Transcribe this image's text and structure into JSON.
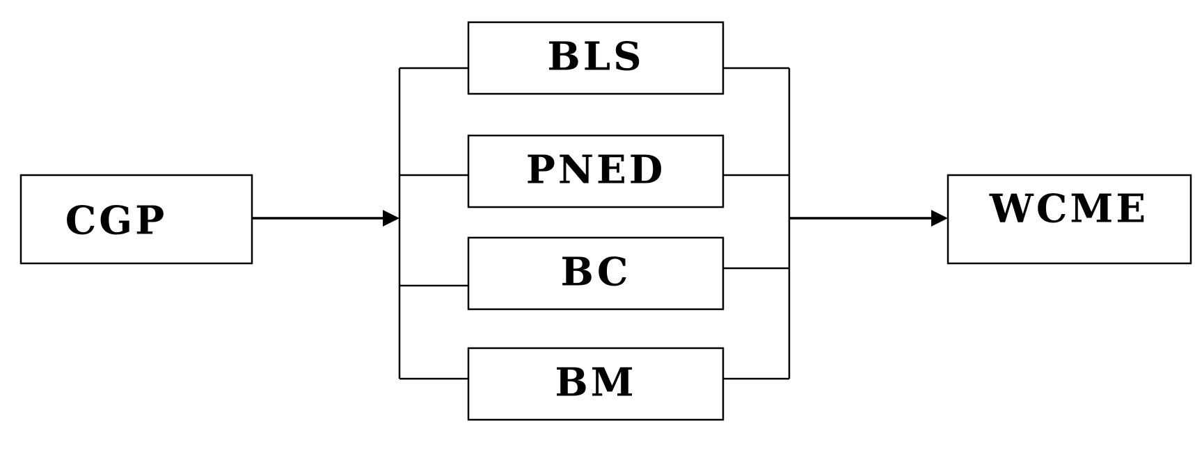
{
  "diagram": {
    "source": {
      "id": "cgp",
      "label": "CGP"
    },
    "middle": [
      {
        "id": "bls",
        "label": "BLS"
      },
      {
        "id": "pned",
        "label": "PNED"
      },
      {
        "id": "bc",
        "label": "BC"
      },
      {
        "id": "bm",
        "label": "BM"
      }
    ],
    "target": {
      "id": "wcme",
      "label": "WCME"
    }
  },
  "colors": {
    "stroke": "#000000",
    "background": "#ffffff"
  }
}
